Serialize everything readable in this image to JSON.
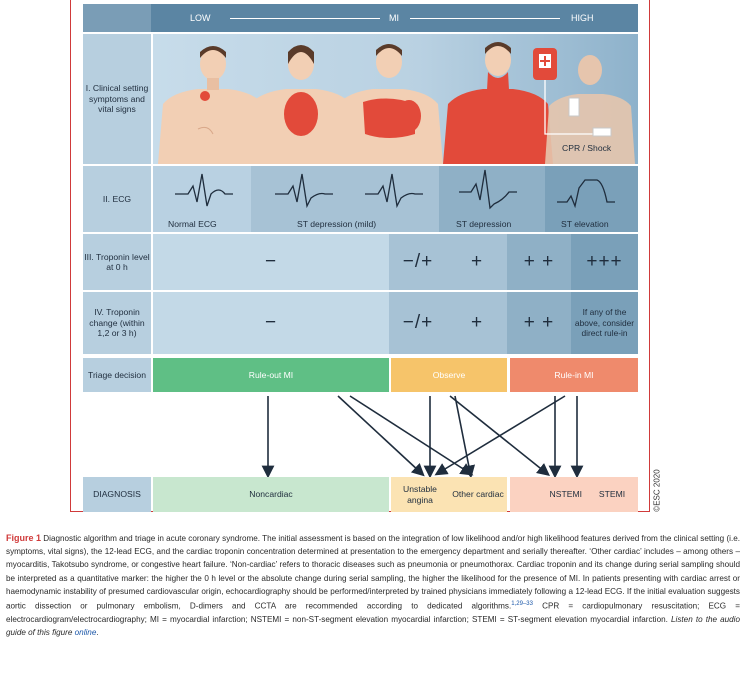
{
  "scale": {
    "low": "LOW",
    "mid": "MI",
    "high": "HIGH"
  },
  "rows": {
    "clinical": "I. Clinical setting symptoms and vital signs",
    "ecg": "II. ECG",
    "troponin0": "III. Troponin level at 0 h",
    "troponin_change": "IV. Troponin change (within 1,2 or 3 h)",
    "triage": "Triage decision",
    "diagnosis": "DIAGNOSIS"
  },
  "clinical_extra": "CPR / Shock",
  "ecg_labels": [
    "Normal ECG",
    "ST depression (mild)",
    "ST depression",
    "ST elevation"
  ],
  "troponin0_values": [
    "−",
    "−/+",
    "+",
    "+ +",
    "+++"
  ],
  "troponin_change_values": [
    "−",
    "−/+",
    "+",
    "+ +"
  ],
  "troponin_change_note": "If any of the above, consider direct rule-in",
  "triage": {
    "ruleout": "Rule-out MI",
    "observe": "Observe",
    "rulein": "Rule-in MI"
  },
  "diagnosis": {
    "noncardiac": "Noncardiac",
    "unstable": "Unstable angina",
    "other": "Other cardiac",
    "nstemi": "NSTEMI",
    "stemi": "STEMI"
  },
  "copyright": "©ESC 2020",
  "colors": {
    "ruleout": "#5fbf85",
    "observe": "#f6c46a",
    "rulein": "#ef8a6c",
    "header": "#5b85a3",
    "accent": "#d03a3a"
  },
  "caption": {
    "figure_label": "Figure 1",
    "text1": "Diagnostic algorithm and triage in acute coronary syndrome. The initial assessment is based on the integration of low likelihood and/or high likelihood features derived from the clinical setting (i.e. symptoms, vital signs), the 12-lead ECG, and the cardiac troponin concentration determined at presentation to the emergency department and serially thereafter. ‘Other cardiac’ includes – among others – myocarditis, Takotsubo syndrome, or congestive heart failure. ‘Non-cardiac’ refers to thoracic diseases such as pneumonia or pneumothorax. Cardiac troponin and its change during serial sampling should be interpreted as a quantitative marker: the higher the 0 h level or the absolute change during serial sampling, the higher the likelihood for the presence of MI. In patients presenting with cardiac arrest or haemodynamic instability of presumed cardiovascular origin, echocardiography should be performed/interpreted by trained physicians immediately following a 12-lead ECG. If the initial evaluation suggests aortic dissection or pulmonary embolism, D-dimers and CCTA are recommended according to dedicated algorithms.",
    "refs": "1,29–33",
    "text2": " CPR = cardiopulmonary resuscitation; ECG = electrocardiogram/electrocardiography; MI = myocardial infarction; NSTEMI = non-ST-segment elevation myocardial infarction; STEMI = ST-segment elevation myocardial infarction. ",
    "audio": "Listen to the audio guide of this figure ",
    "online": "online",
    "end": "."
  }
}
